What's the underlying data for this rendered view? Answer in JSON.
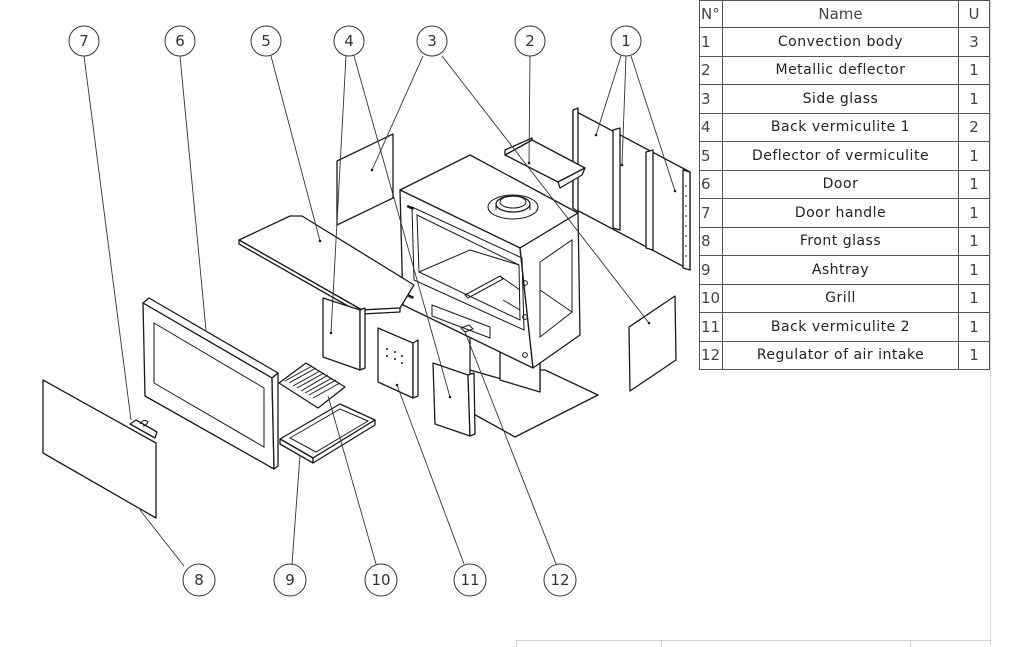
{
  "drawing": {
    "type": "exploded assembly view",
    "subject": "wood stove",
    "balloons": [
      {
        "id": "7",
        "label": "7"
      },
      {
        "id": "6",
        "label": "6"
      },
      {
        "id": "5",
        "label": "5"
      },
      {
        "id": "4",
        "label": "4"
      },
      {
        "id": "3",
        "label": "3"
      },
      {
        "id": "2",
        "label": "2"
      },
      {
        "id": "1",
        "label": "1"
      },
      {
        "id": "8",
        "label": "8"
      },
      {
        "id": "9",
        "label": "9"
      },
      {
        "id": "10",
        "label": "10"
      },
      {
        "id": "11",
        "label": "11"
      },
      {
        "id": "12",
        "label": "12"
      }
    ]
  },
  "bom": {
    "headers": {
      "no": "N°",
      "name": "Name",
      "qty": "U"
    },
    "rows": [
      {
        "no": "1",
        "name": "Convection body",
        "qty": "3"
      },
      {
        "no": "2",
        "name": "Metallic deflector",
        "qty": "1"
      },
      {
        "no": "3",
        "name": "Side glass",
        "qty": "1"
      },
      {
        "no": "4",
        "name": "Back vermiculite 1",
        "qty": "2"
      },
      {
        "no": "5",
        "name": "Deflector of vermiculite",
        "qty": "1"
      },
      {
        "no": "6",
        "name": "Door",
        "qty": "1"
      },
      {
        "no": "7",
        "name": "Door handle",
        "qty": "1"
      },
      {
        "no": "8",
        "name": "Front glass",
        "qty": "1"
      },
      {
        "no": "9",
        "name": "Ashtray",
        "qty": "1"
      },
      {
        "no": "10",
        "name": "Grill",
        "qty": "1"
      },
      {
        "no": "11",
        "name": "Back vermiculite 2",
        "qty": "1"
      },
      {
        "no": "12",
        "name": "Regulator of air intake",
        "qty": "1"
      }
    ]
  }
}
